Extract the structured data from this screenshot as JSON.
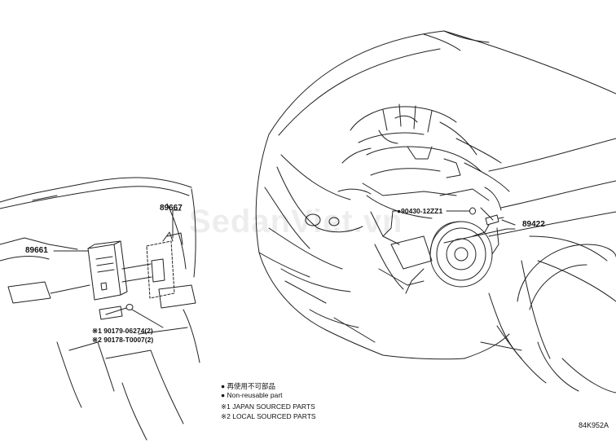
{
  "parts": {
    "p89667": "89667",
    "p89661": "89661",
    "p89422": "89422",
    "bolt": "●90430-12ZZ1",
    "note1": "※1  90179-06274(2)",
    "note2": "※2  90178-T0007(2)"
  },
  "legend": {
    "jp": "● 再使用不可部品",
    "en": "● Non-reusable part",
    "l1": "※1  JAPAN SOURCED PARTS",
    "l2": "※2  LOCAL SOURCED PARTS"
  },
  "watermark": "SedanViet.vn",
  "code": "84K952A"
}
